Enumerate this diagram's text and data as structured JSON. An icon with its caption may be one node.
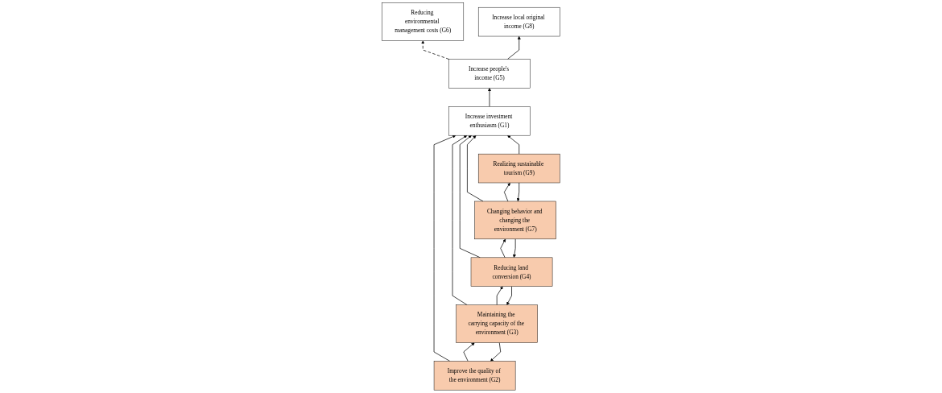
{
  "diagram": {
    "nodes": [
      {
        "text": [
          "Reducing environmental management costs (G6)"
        ]
      },
      {
        "text": [
          "Increase local original income (G8)"
        ]
      },
      {
        "text": [
          "Increase people's income (G5)"
        ]
      },
      {
        "text": [
          "Increase investment enthusiasm (G1)"
        ]
      },
      {
        "text": [
          "Improve the quality of the environment (G2)"
        ]
      },
      {
        "text": [
          "Maintaining the carrying capacity of the environment (G3)"
        ]
      },
      {
        "text": [
          "Reducing land conversion (G4)"
        ]
      },
      {
        "text": [
          "Changing behavior and changing the environment (G7)"
        ]
      },
      {
        "text": [
          "Realizing sustainable tourism (G9)"
        ]
      }
    ],
    "edges": [
      {
        "from": 2,
        "to": 0,
        "arrow": "to",
        "style": "dashed"
      },
      {
        "from": 2,
        "to": 1,
        "arrow": "to"
      },
      {
        "from": 3,
        "to": 2,
        "arrow": "to"
      },
      {
        "from": 4,
        "to": 3,
        "arrow": "to"
      },
      {
        "from": 5,
        "to": 3,
        "arrow": "to"
      },
      {
        "from": 6,
        "to": 3,
        "arrow": "to"
      },
      {
        "from": 7,
        "to": 3,
        "arrow": "to"
      },
      {
        "from": 8,
        "to": 3,
        "arrow": "to"
      },
      {
        "from": 4,
        "to": 5,
        "arrow": "to"
      },
      {
        "from": 5,
        "to": 4,
        "arrow": "to"
      },
      {
        "from": 5,
        "to": 6,
        "arrow": "to"
      },
      {
        "from": 6,
        "to": 5,
        "arrow": "to"
      },
      {
        "from": 6,
        "to": 7,
        "arrow": "to"
      },
      {
        "from": 7,
        "to": 6,
        "arrow": "to"
      },
      {
        "from": 7,
        "to": 8,
        "arrow": "to"
      },
      {
        "from": 8,
        "to": 7,
        "arrow": "to"
      }
    ]
  }
}
